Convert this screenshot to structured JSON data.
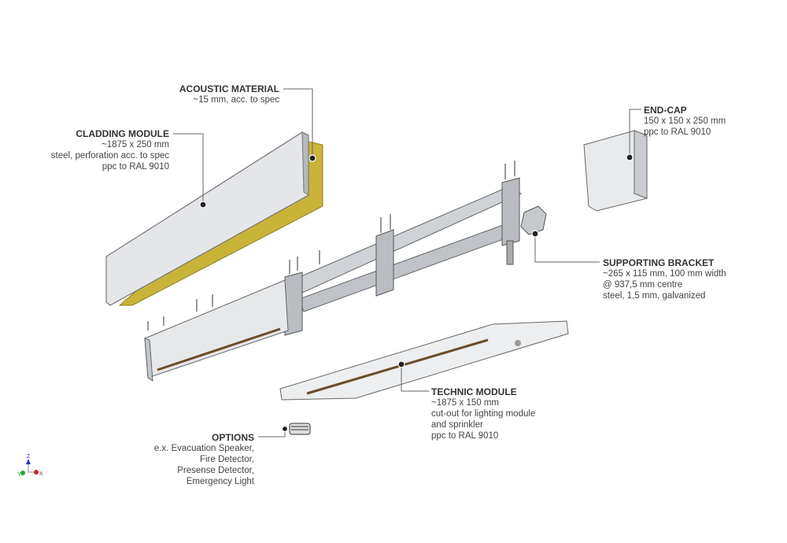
{
  "labels": {
    "acoustic": {
      "title": "ACOUSTIC MATERIAL",
      "lines": [
        "~15 mm, acc. to spec"
      ]
    },
    "cladding": {
      "title": "CLADDING MODULE",
      "lines": [
        "~1875 x 250 mm",
        "steel, perforation acc. to  spec",
        "ppc to RAL 9010"
      ]
    },
    "endcap": {
      "title": "END-CAP",
      "lines": [
        "150 x 150 x 250 mm",
        "ppc to RAL 9010"
      ]
    },
    "bracket": {
      "title": "SUPPORTING BRACKET",
      "lines": [
        "~265 x 115 mm, 100 mm width",
        "@ 937,5 mm centre",
        "steel, 1,5 mm, galvanized"
      ]
    },
    "technic": {
      "title": "TECHNIC MODULE",
      "lines": [
        "~1875 x 150 mm",
        "cut-out for lighting module",
        "and sprinkler",
        "ppc to RAL 9010"
      ]
    },
    "options": {
      "title": "OPTIONS",
      "lines": [
        "e.x. Evacuation Speaker,",
        "Fire Detector,",
        "Presense Detector,",
        "Emergency Light"
      ]
    }
  },
  "axes": {
    "z": "Z",
    "y": "Y",
    "x": "X"
  },
  "colors": {
    "acoustic": "#c9b43a",
    "steel": "#d9dcdf",
    "leader": "#555555",
    "axis_x": "#c0262d",
    "axis_y": "#22aa33",
    "axis_z": "#2233cc"
  }
}
